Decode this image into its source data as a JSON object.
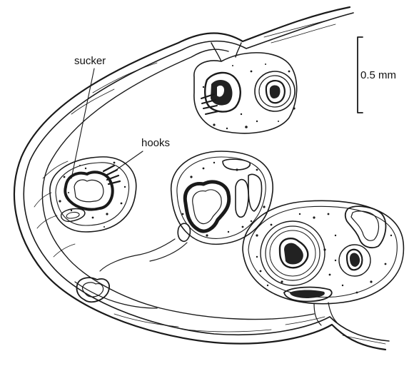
{
  "labels": {
    "sucker": "sucker",
    "hooks": "hooks",
    "scale": "0.5 mm"
  },
  "colors": {
    "ink": "#1a1a1a",
    "background": "#ffffff"
  }
}
